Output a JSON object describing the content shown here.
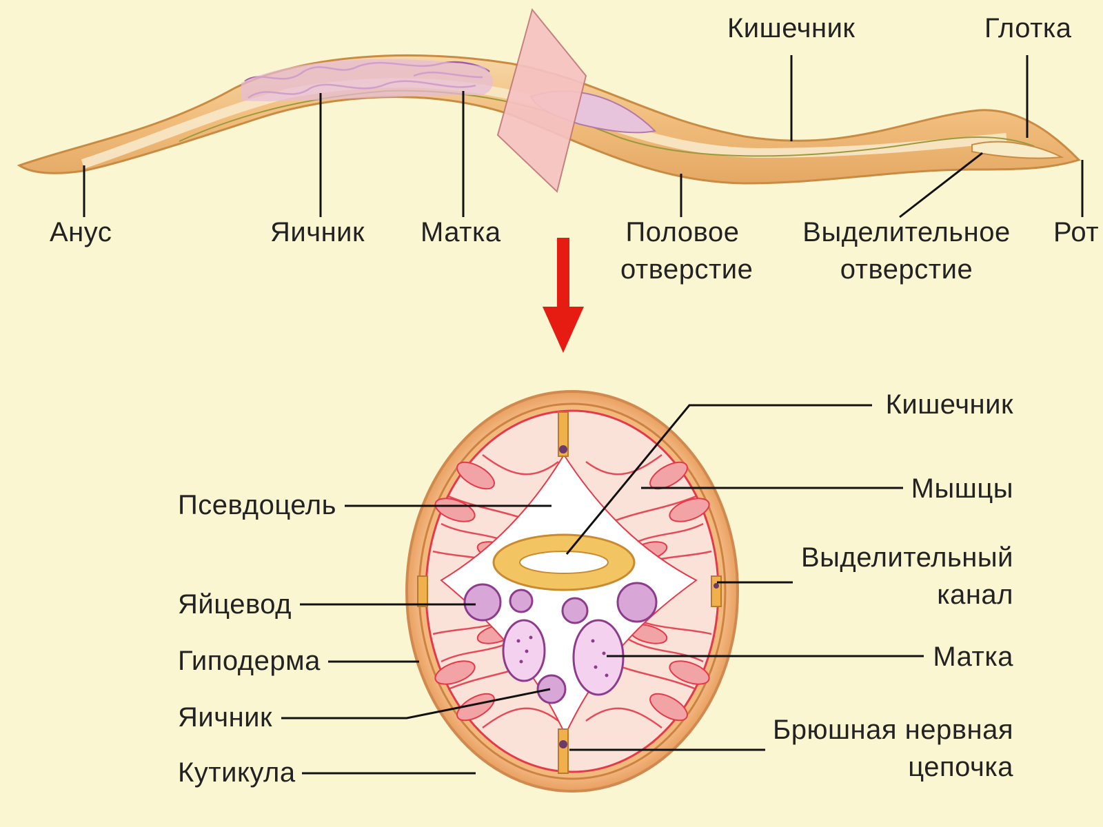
{
  "worm_labels": {
    "intestine": "Кишечник",
    "pharynx": "Глотка",
    "anus": "Анус",
    "ovary": "Яичник",
    "uterus": "Матка",
    "genital_pore_line1": "Половое",
    "genital_pore_line2": "отверстие",
    "excretory_pore_line1": "Выделительное",
    "excretory_pore_line2": "отверстие",
    "mouth": "Рот"
  },
  "section_labels": {
    "intestine": "Кишечник",
    "pseudocoel": "Псевдоцель",
    "muscles": "Мышцы",
    "excretory_canal_line1": "Выделительный",
    "excretory_canal_line2": "канал",
    "oviduct": "Яйцевод",
    "hypodermis": "Гиподерма",
    "uterus": "Матка",
    "ovary": "Яичник",
    "nerve_cord_line1": "Брюшная нервная",
    "nerve_cord_line2": "цепочка",
    "cuticle": "Кутикула"
  },
  "colors": {
    "background": "#fbf6d2",
    "body": "#f3c98a",
    "body_outline": "#c98a42",
    "cut_plane": "#f6c2c2",
    "muscle": "#e5394a",
    "organ": "#a14d9c",
    "arrow": "#e61c12"
  }
}
